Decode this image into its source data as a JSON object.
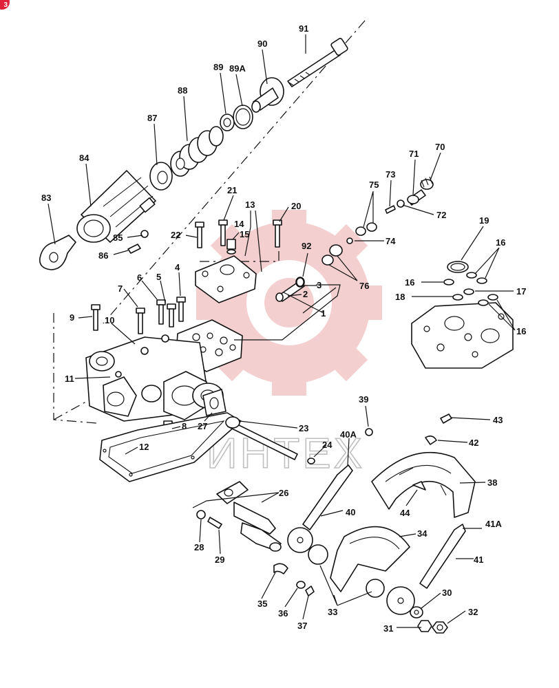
{
  "watermark": {
    "text": "ИНТЕХ",
    "gear_color": "#f3c7c7"
  },
  "badge": {
    "text": "3",
    "color": "#e0213a"
  },
  "callouts": [
    {
      "id": "c91",
      "text": "91"
    },
    {
      "id": "c90",
      "text": "90"
    },
    {
      "id": "c89",
      "text": "89"
    },
    {
      "id": "c89a",
      "text": "89A"
    },
    {
      "id": "c88",
      "text": "88"
    },
    {
      "id": "c87",
      "text": "87"
    },
    {
      "id": "c84",
      "text": "84"
    },
    {
      "id": "c83",
      "text": "83"
    },
    {
      "id": "c85",
      "text": "85"
    },
    {
      "id": "c86",
      "text": "86"
    },
    {
      "id": "c21",
      "text": "21"
    },
    {
      "id": "c13",
      "text": "13"
    },
    {
      "id": "c14",
      "text": "14"
    },
    {
      "id": "c15",
      "text": "15"
    },
    {
      "id": "c20",
      "text": "20"
    },
    {
      "id": "c22",
      "text": "22"
    },
    {
      "id": "c71",
      "text": "71"
    },
    {
      "id": "c70",
      "text": "70"
    },
    {
      "id": "c75",
      "text": "75"
    },
    {
      "id": "c73",
      "text": "73"
    },
    {
      "id": "c72",
      "text": "72"
    },
    {
      "id": "c74",
      "text": "74"
    },
    {
      "id": "c92",
      "text": "92"
    },
    {
      "id": "c76",
      "text": "76"
    },
    {
      "id": "c19",
      "text": "19"
    },
    {
      "id": "c16a",
      "text": "16"
    },
    {
      "id": "c16b",
      "text": "16"
    },
    {
      "id": "c17",
      "text": "17"
    },
    {
      "id": "c18",
      "text": "18"
    },
    {
      "id": "c16c",
      "text": "16"
    },
    {
      "id": "c3",
      "text": "3"
    },
    {
      "id": "c2",
      "text": "2"
    },
    {
      "id": "c1",
      "text": "1"
    },
    {
      "id": "c4",
      "text": "4"
    },
    {
      "id": "c5",
      "text": "5"
    },
    {
      "id": "c6",
      "text": "6"
    },
    {
      "id": "c7",
      "text": "7"
    },
    {
      "id": "c9",
      "text": "9"
    },
    {
      "id": "c10",
      "text": "10"
    },
    {
      "id": "c11",
      "text": "11"
    },
    {
      "id": "c8",
      "text": "8"
    },
    {
      "id": "c27",
      "text": "27"
    },
    {
      "id": "c23",
      "text": "23"
    },
    {
      "id": "c12",
      "text": "12"
    },
    {
      "id": "c24",
      "text": "24"
    },
    {
      "id": "c39",
      "text": "39"
    },
    {
      "id": "c43",
      "text": "43"
    },
    {
      "id": "c40a",
      "text": "40A"
    },
    {
      "id": "c42",
      "text": "42"
    },
    {
      "id": "c38",
      "text": "38"
    },
    {
      "id": "c44",
      "text": "44"
    },
    {
      "id": "c26",
      "text": "26"
    },
    {
      "id": "c40",
      "text": "40"
    },
    {
      "id": "c28",
      "text": "28"
    },
    {
      "id": "c29",
      "text": "29"
    },
    {
      "id": "c34",
      "text": "34"
    },
    {
      "id": "c41a",
      "text": "41A"
    },
    {
      "id": "c41",
      "text": "41"
    },
    {
      "id": "c35",
      "text": "35"
    },
    {
      "id": "c36",
      "text": "36"
    },
    {
      "id": "c37",
      "text": "37"
    },
    {
      "id": "c33",
      "text": "33"
    },
    {
      "id": "c30",
      "text": "30"
    },
    {
      "id": "c32",
      "text": "32"
    },
    {
      "id": "c31",
      "text": "31"
    }
  ]
}
